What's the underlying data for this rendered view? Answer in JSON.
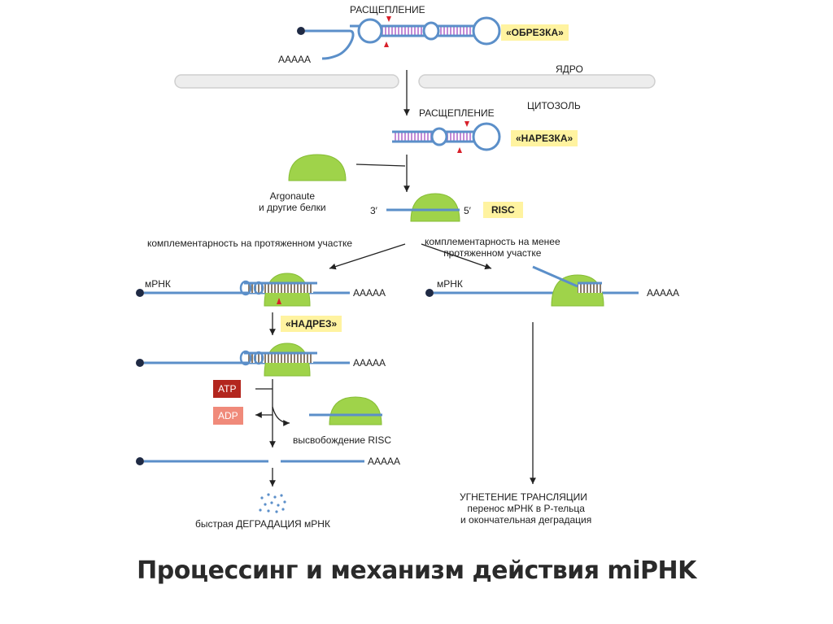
{
  "diagram": {
    "title": "Процессинг и механизм действия miPHK",
    "labels": {
      "cleavage_top": "РАСЩЕПЛЕНИЕ",
      "trimming": "«ОБРЕЗКА»",
      "polyA_1": "AAAAA",
      "nucleus": "ЯДРО",
      "cytosol": "ЦИТОЗОЛЬ",
      "cleavage_2": "РАСЩЕПЛЕНИЕ",
      "cutting": "«НАРЕЗКА»",
      "argonaute": "Argonaute\nи другие белки",
      "end3": "3′",
      "end5": "5′",
      "risc": "RISC",
      "left_branch": "комплементарность на протяженном участке",
      "right_branch": "комплементарность на менее\nпротяженном участке",
      "mrna_left": "мРНК",
      "mrna_right": "мРНК",
      "polyA_2": "AAAAA",
      "polyA_3": "AAAAA",
      "incision": "«НАДРЕЗ»",
      "polyA_4": "AAAAA",
      "atp": "ATP",
      "adp": "ADP",
      "risc_release": "высвобождение RISC",
      "polyA_5": "AAAAA",
      "degradation": "быстрая ДЕГРАДАЦИЯ мРНК",
      "translation_block": "УГНЕТЕНИЕ ТРАНСЛЯЦИИ",
      "pbody_transfer": "перенос мРНК в P-тельца\nи окончательная деградация"
    },
    "colors": {
      "rna_strand": "#5b8fc9",
      "protein": "#9fd34a",
      "highlight": "#fff3a0",
      "cleavage_mark": "#d8202a",
      "atp": "#b3261e",
      "adp": "#f08a7a",
      "cap": "#1f2a44"
    }
  }
}
